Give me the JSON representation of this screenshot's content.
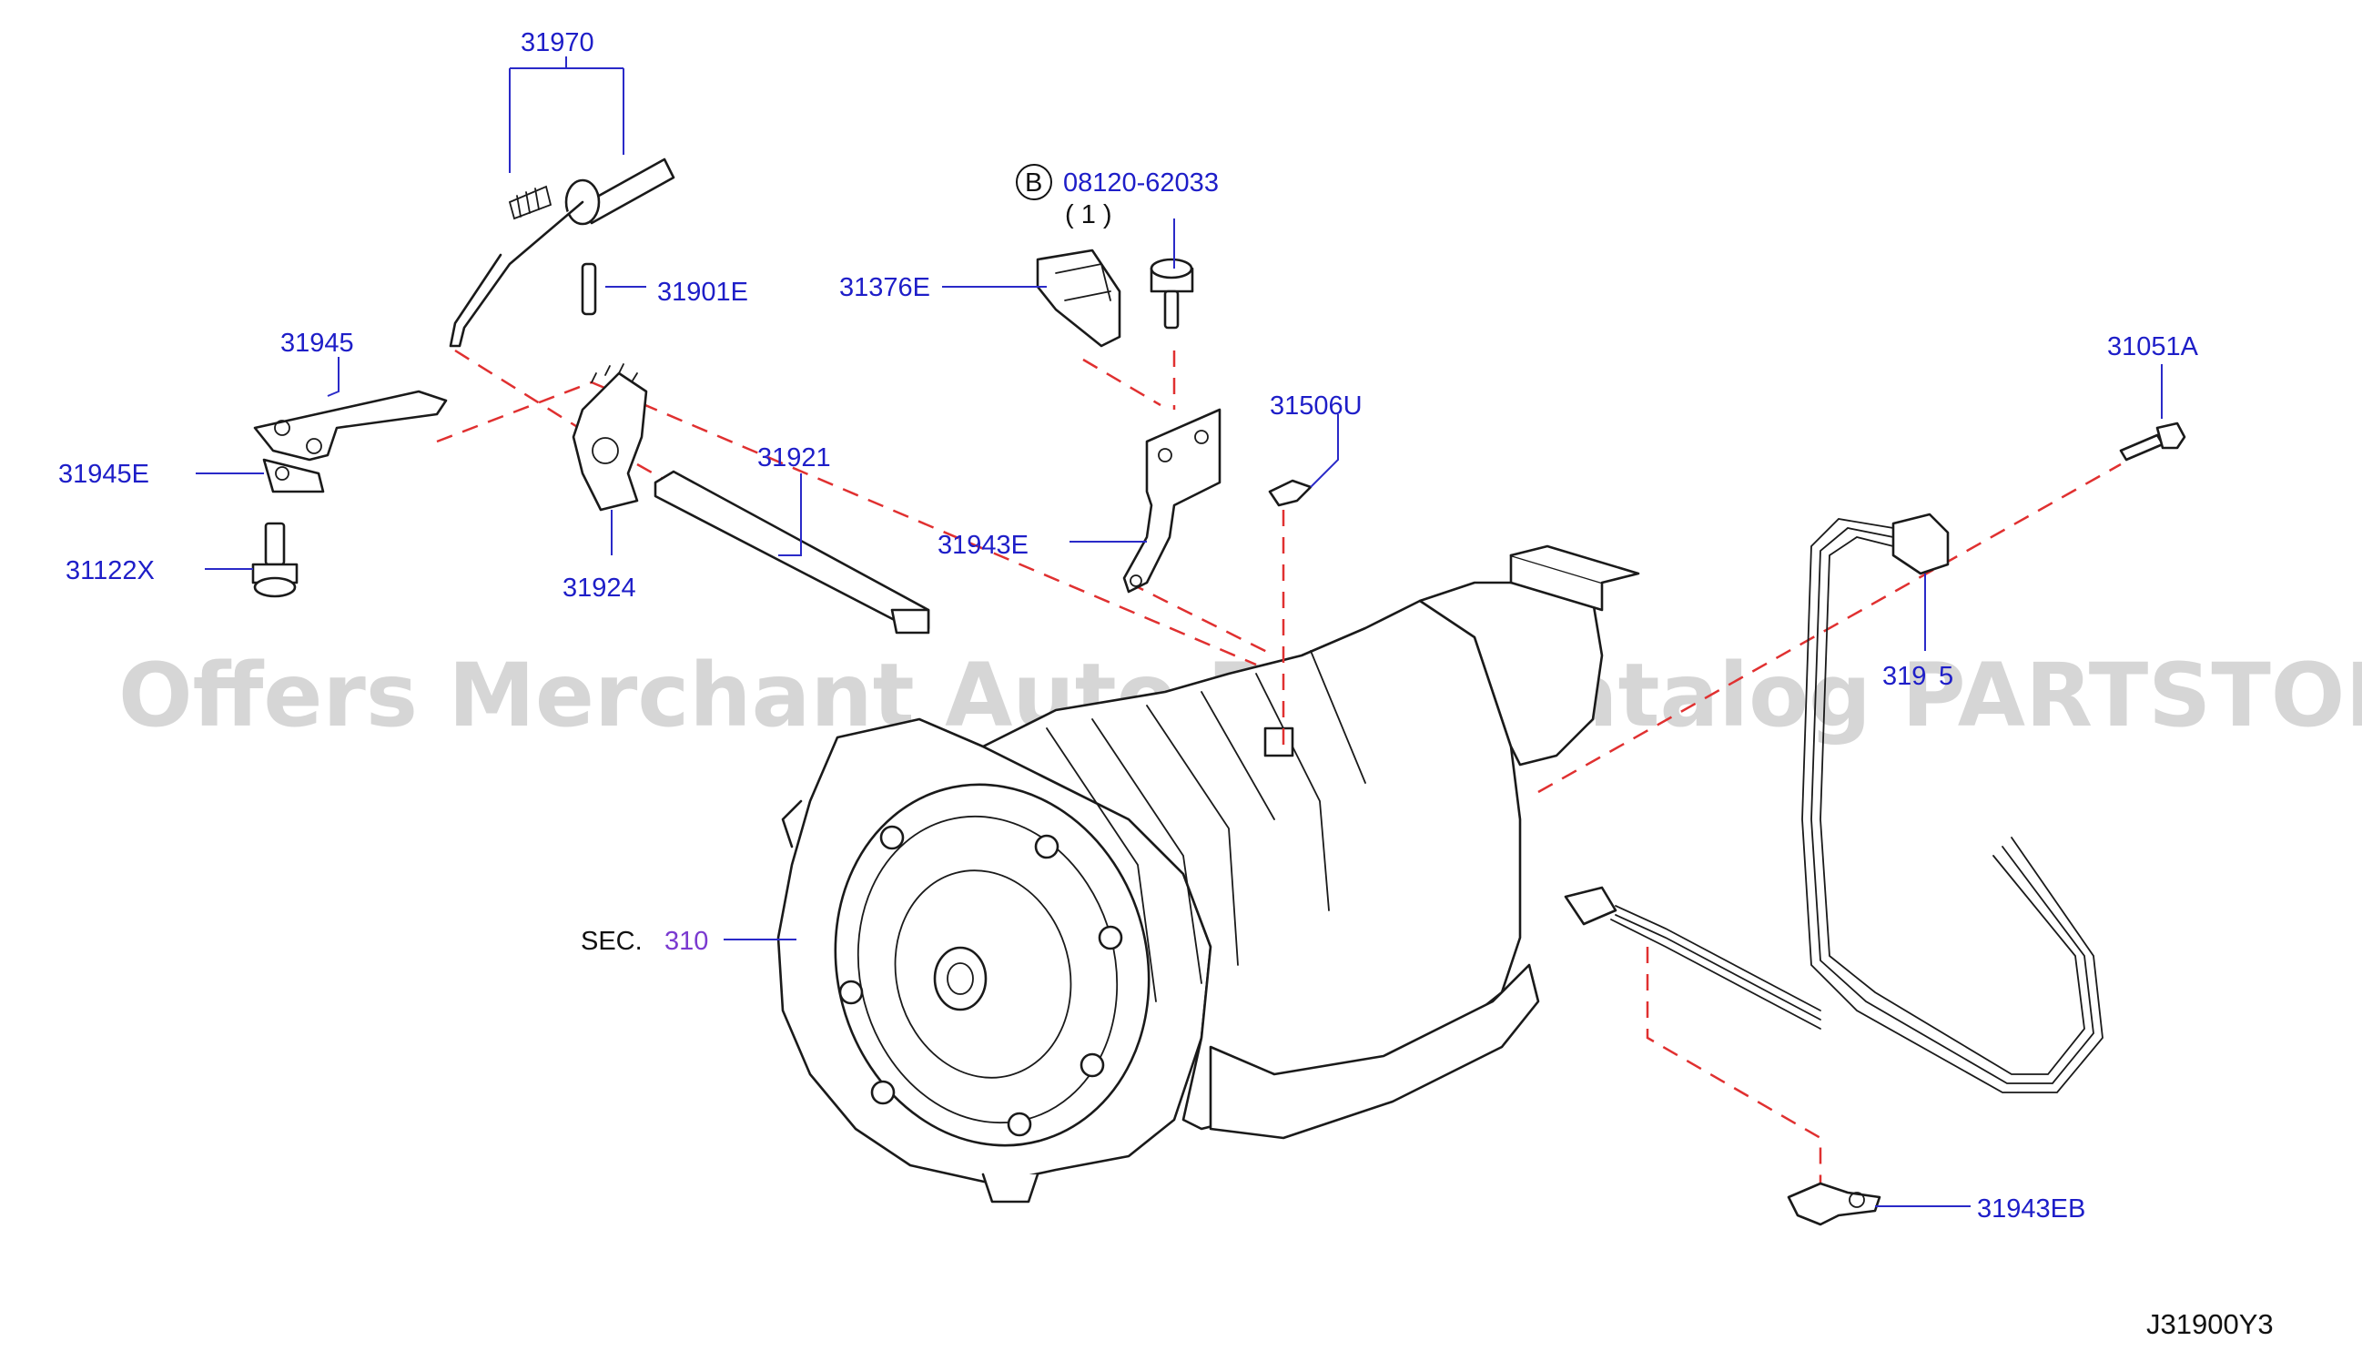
{
  "diagram": {
    "labels": {
      "p31970": "31970",
      "p31901E": "31901E",
      "p31945": "31945",
      "p31945E": "31945E",
      "p31122X": "31122X",
      "p31924": "31924",
      "p31921": "31921",
      "p08120": "08120-62033",
      "p08120_qty": "( 1 )",
      "b_marker": "B",
      "p31376E": "31376E",
      "p31506U": "31506U",
      "p31943E": "31943E",
      "p31051A": "31051A",
      "p3194x_partial": "319",
      "p3194x_partial_end": "5",
      "sec_prefix": "SEC.",
      "sec_number": "310",
      "p31943EB": "31943EB"
    },
    "diagram_code": "J31900Y3",
    "watermark": "Offers Merchant Auto Parts Catalog PARTSTORE.SA",
    "colors": {
      "label": "#1e1ec8",
      "section_ref": "#7a3ad0",
      "dash_line": "#e03030",
      "outline": "#1a1a1a",
      "watermark": "#c8c8c8"
    }
  }
}
